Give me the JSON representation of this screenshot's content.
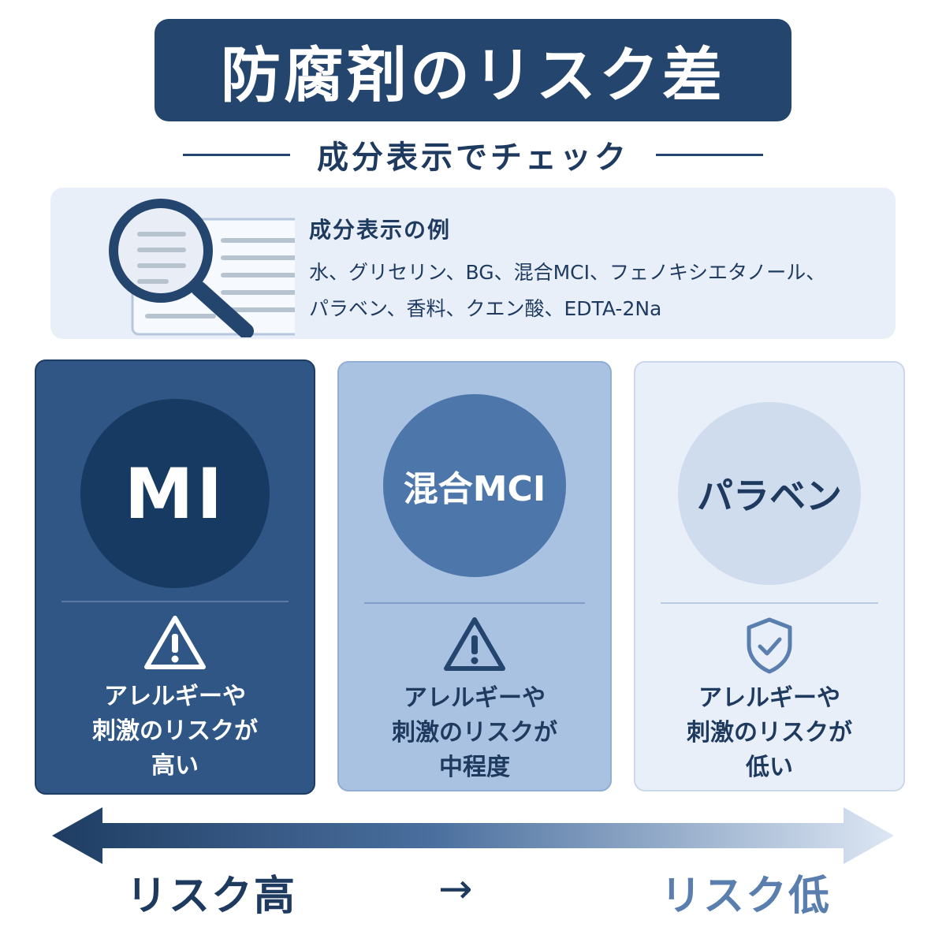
{
  "title": "防腐剤のリスク差",
  "subtitle": "成分表示でチェック",
  "example": {
    "heading": "成分表示の例",
    "line1": "水、グリセリン、BG、混合MCI、フェノキシエタノール、",
    "line2": "パラベン、香料、クエン酸、EDTA-2Na",
    "icon": "magnifier-document-icon"
  },
  "cards": [
    {
      "name": "MI",
      "icon": "warning-icon",
      "desc": [
        "アレルギーや",
        "刺激のリスクが",
        "高い"
      ]
    },
    {
      "name": "混合MCI",
      "icon": "warning-icon",
      "desc": [
        "アレルギーや",
        "刺激のリスクが",
        "中程度"
      ]
    },
    {
      "name": "パラベン",
      "icon": "shield-check-icon",
      "desc": [
        "アレルギーや",
        "刺激のリスクが",
        "低い"
      ]
    }
  ],
  "scale": {
    "high_label": "リスク高",
    "arrow_symbol": "→",
    "low_label": "リスク低"
  },
  "colors": {
    "navy": "#24456e",
    "high": "#2f5684",
    "mid": "#a9c2e2",
    "low": "#e8eff9"
  }
}
